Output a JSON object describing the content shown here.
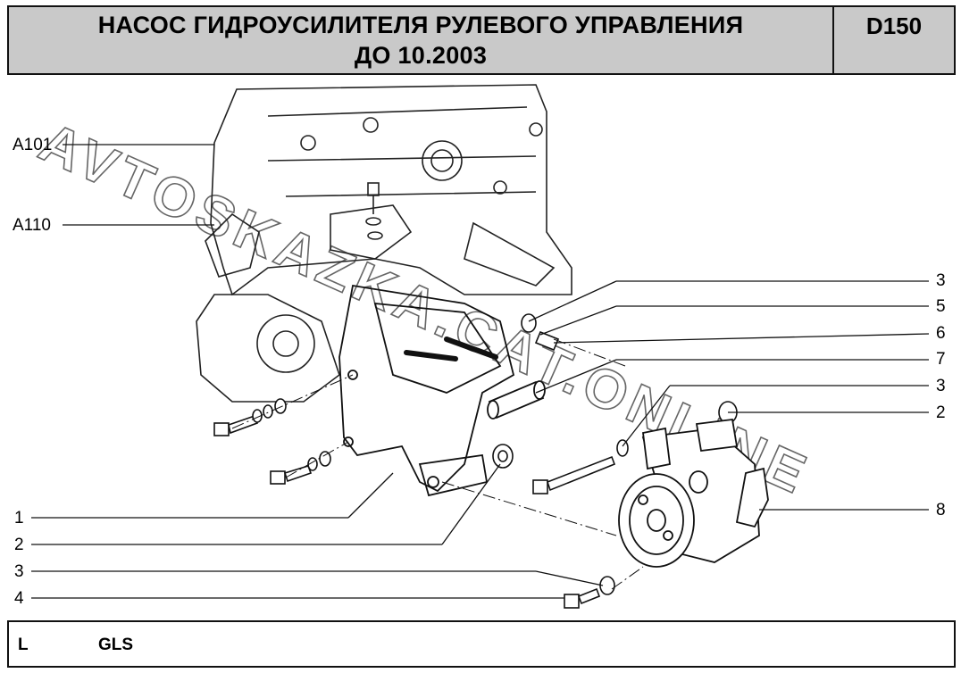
{
  "header": {
    "title_line1": "НАСОС ГИДРОУСИЛИТЕЛЯ РУЛЕВОГО УПРАВЛЕНИЯ",
    "title_line2": "ДО 10.2003",
    "code": "D150"
  },
  "watermark": "AVTOSKAZKA.CAT.ONLINE",
  "left_labels": [
    "A101",
    "A110"
  ],
  "right_labels": [
    "3",
    "5",
    "6",
    "7",
    "3",
    "2",
    "8"
  ],
  "bottom_labels": [
    "1",
    "2",
    "3",
    "4"
  ],
  "footer": {
    "left": "L",
    "right": "GLS"
  }
}
